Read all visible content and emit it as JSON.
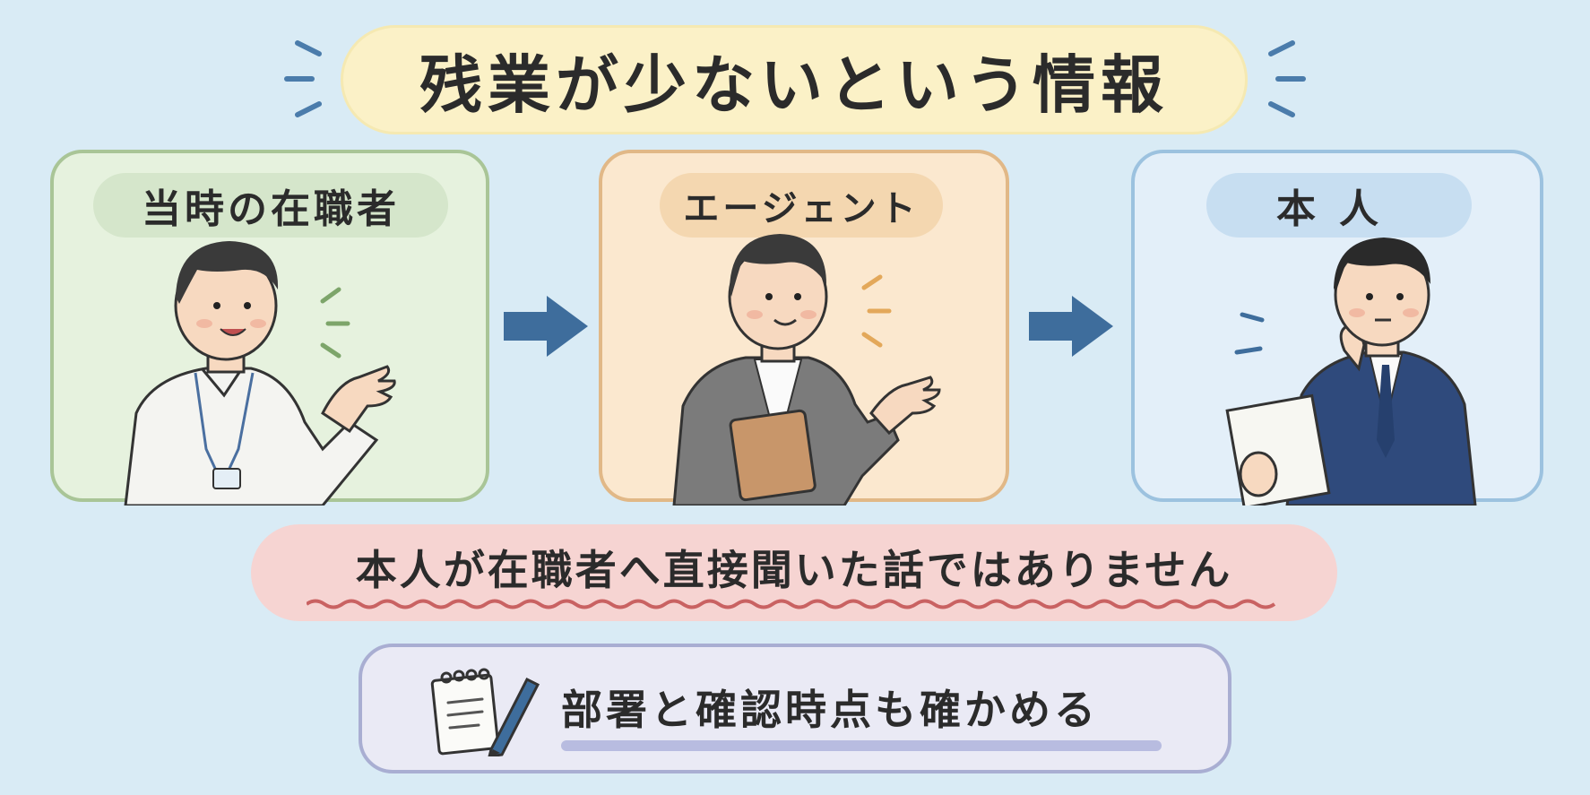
{
  "title": "残業が少ないという情報",
  "panels": [
    {
      "label": "当時の在職者"
    },
    {
      "label": "エージェント"
    },
    {
      "label": "本人"
    }
  ],
  "note": "本人が在職者へ直接聞いた話ではありません",
  "tip": "部署と確認時点も確かめる",
  "colors": {
    "background": "#d9ebf5",
    "title_bg": "#fbf1c7",
    "panel1": "#e6f2de",
    "panel2": "#fbe8cf",
    "panel3": "#e3eff9",
    "note_bg": "#f6d4d2",
    "arrow": "#3e6d9c",
    "tip_border": "#a9aed2"
  },
  "icons": [
    "notepad-icon",
    "pen-icon",
    "arrow-right-icon",
    "speech-lines-icon"
  ]
}
